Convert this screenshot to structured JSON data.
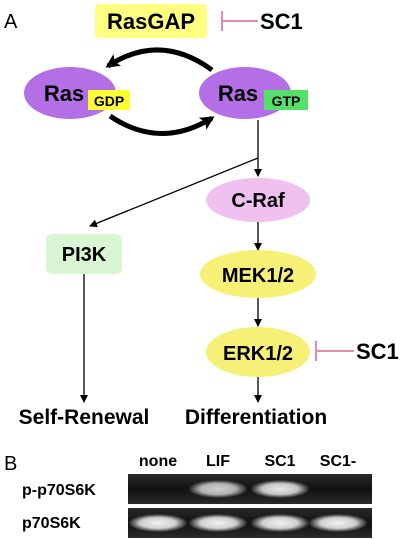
{
  "panel_a": {
    "label": "A",
    "nodes": {
      "rasgap": "RasGAP",
      "ras": "Ras",
      "gdp": "GDP",
      "gtp": "GTP",
      "craf": "C-Raf",
      "mek": "MEK1/2",
      "erk": "ERK1/2",
      "pi3k": "PI3K"
    },
    "inhibitor_top": "SC1",
    "inhibitor_erk": "SC1",
    "outcome_left": "Self-Renewal",
    "outcome_right": "Differentiation"
  },
  "panel_b": {
    "label": "B",
    "lanes": [
      "none",
      "LIF",
      "SC1",
      "SC1-"
    ],
    "rows": [
      {
        "label": "p-p70S6K",
        "band_intensity": [
          0.05,
          0.8,
          0.9,
          0.05
        ]
      },
      {
        "label": "p70S6K",
        "band_intensity": [
          0.95,
          0.95,
          0.95,
          0.95
        ]
      }
    ]
  },
  "colors": {
    "rasgap_fill": "#ffff80",
    "ras_fill": "#b46ee6",
    "gdp_fill": "#ffff33",
    "gtp_fill": "#55e06a",
    "craf_fill": "#f0c0f0",
    "yellow_fill": "#f7f077",
    "pi3k_fill": "#d9f5d4",
    "inhibit_line": "#e88ab0"
  }
}
